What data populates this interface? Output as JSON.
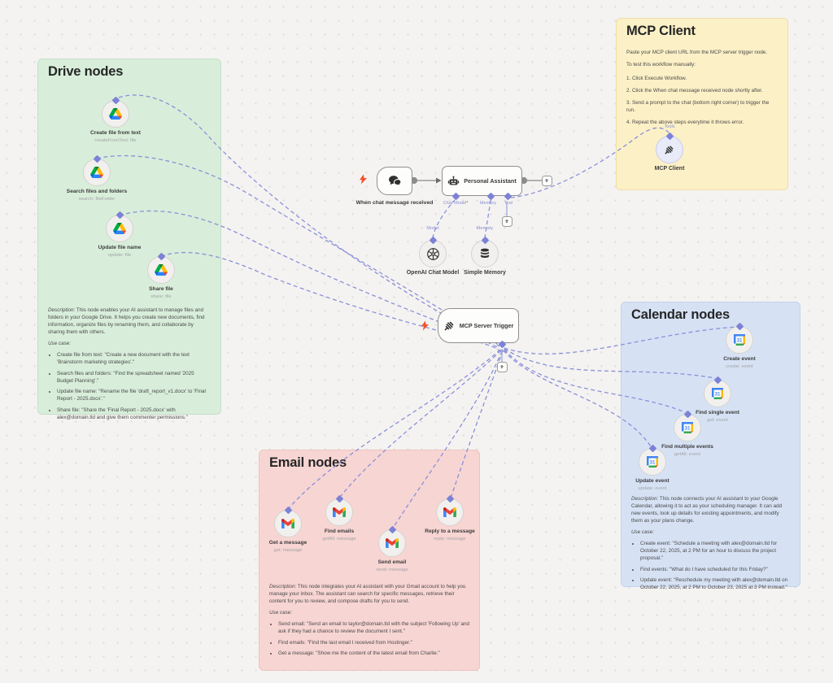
{
  "notes": {
    "drive": {
      "title": "Drive nodes",
      "description_label": "Description:",
      "description": "This node enables your AI assistant to manage files and folders in your Google Drive. It helps you create new documents, find information, organize files by renaming them, and collaborate by sharing them with others.",
      "use_case_label": "Use case:",
      "bullets": [
        "Create file from text: \"Create a new document with the text 'Brainstorm marketing strategies'.\"",
        "Search files and folders: \"Find the spreadsheet named '2025 Budget Planning'.\"",
        "Update file name: \"Rename the file 'draft_report_v1.docx' to 'Final Report - 2025.docx'.\"",
        "Share file: \"Share the 'Final Report - 2025.docx' with alex@domain.tld and give them commenter permissions.\""
      ],
      "nodes": [
        {
          "label": "Create file from text",
          "sublabel": "createFromText: file"
        },
        {
          "label": "Search files and folders",
          "sublabel": "search: fileFolder"
        },
        {
          "label": "Update file name",
          "sublabel": "update: file"
        },
        {
          "label": "Share file",
          "sublabel": "share: file"
        }
      ]
    },
    "mcp_client": {
      "title": "MCP Client",
      "intro": "Paste your MCP client URL from the MCP server trigger node.",
      "subtitle": "To test this workflow manually:",
      "steps": [
        "1. Click Execute Workflow.",
        "2. Click the When chat message received node shortly after.",
        "3. Send a prompt to the chat (bottom right corner) to trigger the run.",
        "4. Repeat the above steps everytime it throws error."
      ],
      "node": {
        "label": "MCP Client",
        "port_label": "Tools"
      }
    },
    "calendar": {
      "title": "Calendar nodes",
      "description_label": "Description:",
      "description": "This node connects your AI assistant to your Google Calendar, allowing it to act as your scheduling manager. It can add new events, look up details for existing appointments, and modify them as your plans change.",
      "use_case_label": "Use case:",
      "bullets": [
        "Create event: \"Schedule a meeting with alex@domain.tld for October 22, 2025, at 2 PM for an hour to discuss the project proposal.\"",
        "Find events: \"What do I have scheduled for this Friday?\"",
        "Update event: \"Reschedule my meeting with alex@domain.tld on October 22, 2025, at 2 PM to October 23, 2025 at 3 PM instead.\""
      ],
      "nodes": [
        {
          "label": "Create event",
          "sublabel": "create: event"
        },
        {
          "label": "Find single event",
          "sublabel": "get: event"
        },
        {
          "label": "Find multiple events",
          "sublabel": "getAll: event"
        },
        {
          "label": "Update event",
          "sublabel": "update: event"
        }
      ]
    },
    "email": {
      "title": "Email nodes",
      "description_label": "Description:",
      "description": "This node integrates your AI assistant with your Gmail account to help you manage your inbox. The assistant can search for specific messages, retrieve their content for you to review, and compose drafts for you to send.",
      "use_case_label": "Use case:",
      "bullets": [
        "Send email: \"Send an email to taylor@domain.tld with the subject 'Following Up' and ask if they had a chance to review the document I sent.\"",
        "Find emails: \"Find the last email I received from Hostinger.\"",
        "Get a message: \"Show me the content of the latest email from Charlie.\""
      ],
      "nodes": [
        {
          "label": "Get a message",
          "sublabel": "get: message"
        },
        {
          "label": "Find emails",
          "sublabel": "getAll: message"
        },
        {
          "label": "Send email",
          "sublabel": "send: message"
        },
        {
          "label": "Reply to a message",
          "sublabel": "reply: message"
        }
      ]
    }
  },
  "flow": {
    "chat_trigger": {
      "label": "When chat message received"
    },
    "agent": {
      "label": "Personal Assistant",
      "ports": {
        "chat_model": "Chat Model",
        "required_mark": "*",
        "memory": "Memory",
        "tool": "Tool"
      }
    },
    "model": {
      "label": "OpenAI Chat Model",
      "port_label": "Model"
    },
    "memory": {
      "label": "Simple Memory",
      "port_label": "Memory"
    },
    "mcp_trigger": {
      "label": "MCP Server Trigger",
      "port_label": "Tools"
    }
  },
  "colors": {
    "note_green": "#d8eeda",
    "note_yellow": "#fcf0c6",
    "note_blue": "#d6e2f4",
    "note_red": "#f7d5d3",
    "connection": "#8b90d9",
    "port": "#7c82d6",
    "bolt": "#f4512c"
  }
}
